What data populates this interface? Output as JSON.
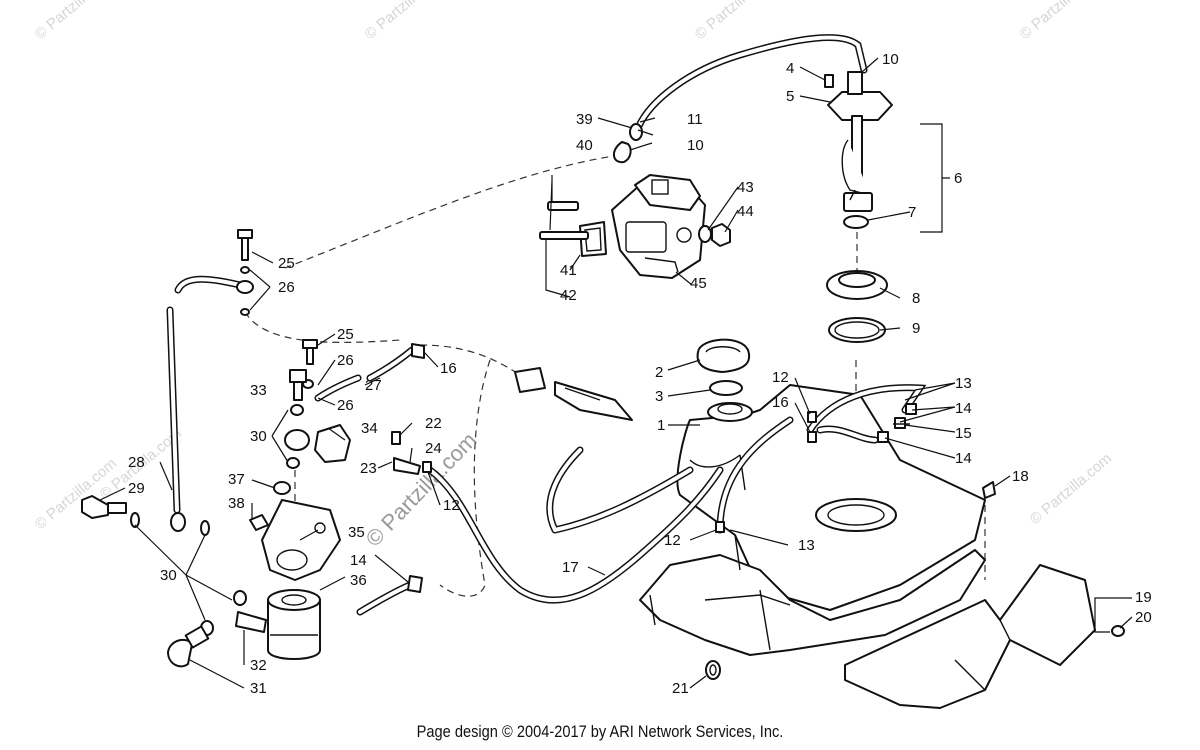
{
  "watermarks": {
    "corner": "© Partzilla.com",
    "center": "© Partzilla.com"
  },
  "callouts": [
    "1",
    "2",
    "3",
    "4",
    "5",
    "6",
    "7",
    "8",
    "9",
    "10",
    "10",
    "11",
    "12",
    "12",
    "12",
    "13",
    "13",
    "14",
    "14",
    "14",
    "15",
    "16",
    "16",
    "17",
    "18",
    "19",
    "20",
    "21",
    "22",
    "23",
    "24",
    "25",
    "25",
    "26",
    "26",
    "26",
    "27",
    "28",
    "29",
    "30",
    "30",
    "31",
    "32",
    "33",
    "34",
    "35",
    "36",
    "37",
    "38",
    "39",
    "40",
    "41",
    "42",
    "43",
    "44",
    "45"
  ],
  "footer": "Page design © 2004-2017 by ARI Network Services, Inc."
}
